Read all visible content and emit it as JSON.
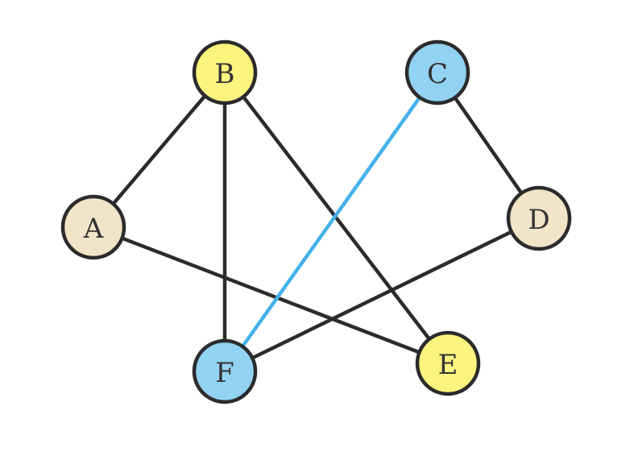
{
  "graph": {
    "colors": {
      "yellow": "#fbf57f",
      "blue": "#92d2f2",
      "beige": "#f1e4c8",
      "edge_default": "#2b2b2b",
      "edge_highlight": "#45b1ea",
      "node_stroke": "#2b2b2b"
    },
    "nodes": [
      {
        "id": "A",
        "label": "A",
        "color": "beige"
      },
      {
        "id": "B",
        "label": "B",
        "color": "yellow"
      },
      {
        "id": "C",
        "label": "C",
        "color": "blue"
      },
      {
        "id": "D",
        "label": "D",
        "color": "beige"
      },
      {
        "id": "E",
        "label": "E",
        "color": "yellow"
      },
      {
        "id": "F",
        "label": "F",
        "color": "blue"
      }
    ],
    "edges": [
      {
        "from": "A",
        "to": "B",
        "highlight": false
      },
      {
        "from": "A",
        "to": "E",
        "highlight": false
      },
      {
        "from": "B",
        "to": "F",
        "highlight": false
      },
      {
        "from": "B",
        "to": "E",
        "highlight": false
      },
      {
        "from": "C",
        "to": "D",
        "highlight": false
      },
      {
        "from": "C",
        "to": "F",
        "highlight": true
      },
      {
        "from": "D",
        "to": "F",
        "highlight": false
      }
    ]
  }
}
